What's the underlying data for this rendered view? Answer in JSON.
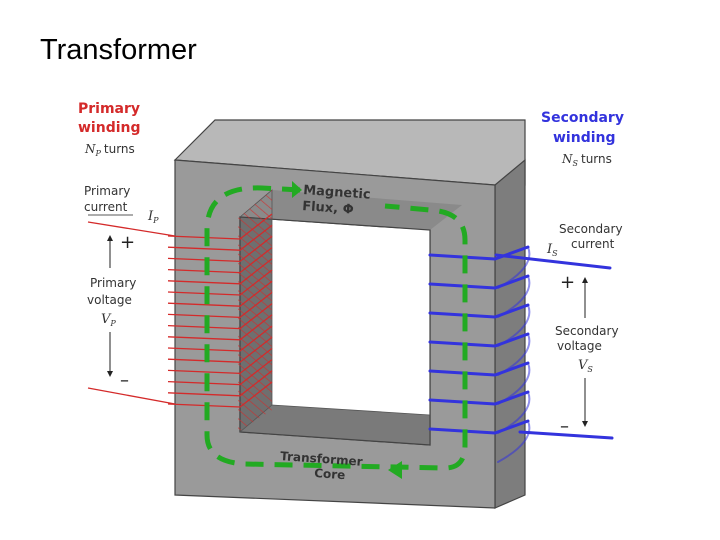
{
  "slide": {
    "title": "Transformer"
  },
  "diagram": {
    "primary": {
      "heading_line1": "Primary",
      "heading_line2": "winding",
      "turns_symbol": "N",
      "turns_sub": "P",
      "turns_word": "turns",
      "current_line1": "Primary",
      "current_line2": "current",
      "current_symbol": "I",
      "current_sub": "P",
      "plus": "+",
      "voltage_line1": "Primary",
      "voltage_line2": "voltage",
      "voltage_symbol": "V",
      "voltage_sub": "P",
      "minus": "–"
    },
    "secondary": {
      "heading_line1": "Secondary",
      "heading_line2": "winding",
      "turns_symbol": "N",
      "turns_sub": "S",
      "turns_word": "turns",
      "current_line1": "Secondary",
      "current_line2": "current",
      "current_symbol": "I",
      "current_sub": "S",
      "plus": "+",
      "voltage_line1": "Secondary",
      "voltage_line2": "voltage",
      "voltage_symbol": "V",
      "voltage_sub": "S",
      "minus": "–"
    },
    "flux": {
      "line1": "Magnetic",
      "line2": "Flux, Φ"
    },
    "core": {
      "line1": "Transformer",
      "line2": "Core"
    },
    "colors": {
      "primary": "#d42a2a",
      "secondary": "#3333dd",
      "flux": "#22aa22",
      "core_front": "#9a9a9a",
      "core_top": "#b8b8b8",
      "core_side": "#7d7d7d",
      "text": "#333333"
    }
  }
}
